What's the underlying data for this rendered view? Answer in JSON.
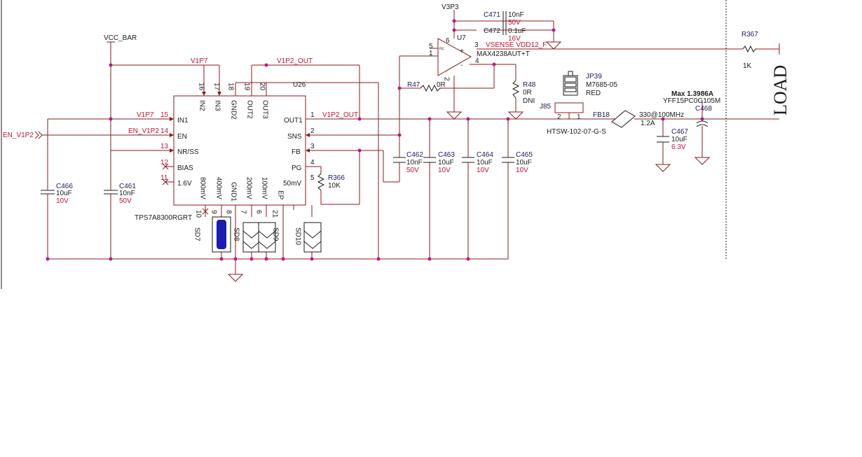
{
  "u26": {
    "ref": "U26",
    "part": "TPS7A8300RGRT",
    "left_pins": [
      {
        "num": "15",
        "name": "IN1"
      },
      {
        "num": "14",
        "name": "EN"
      },
      {
        "num": "13",
        "name": "NR/SS"
      },
      {
        "num": "12",
        "name": "BIAS"
      },
      {
        "num": "11",
        "name": "1.6V"
      }
    ],
    "right_pins": [
      {
        "num": "1",
        "name": "OUT1"
      },
      {
        "num": "2",
        "name": "SNS"
      },
      {
        "num": "3",
        "name": "FB"
      },
      {
        "num": "4",
        "name": "PG"
      },
      {
        "num": "5",
        "name": "50mV"
      }
    ],
    "top_pins": [
      {
        "num": "16",
        "name": "IN2"
      },
      {
        "num": "17",
        "name": "IN3"
      },
      {
        "num": "18",
        "name": "GND2"
      },
      {
        "num": "19",
        "name": "OUT2"
      },
      {
        "num": "20",
        "name": "OUT3"
      }
    ],
    "bottom_pins": [
      {
        "num": "10",
        "name": "800mV"
      },
      {
        "num": "9",
        "name": "400mV"
      },
      {
        "num": "8",
        "name": "GND1"
      },
      {
        "num": "7",
        "name": "200mV"
      },
      {
        "num": "6",
        "name": "100mV"
      },
      {
        "num": "21",
        "name": "EP"
      }
    ]
  },
  "nets": {
    "vcc_bar": "VCC_BAR",
    "v1p7_top": "V1P7",
    "v1p7_in": "V1P7",
    "v1p2_out_top": "V1P2_OUT",
    "v1p2_out_right": "V1P2_OUT",
    "en_v1p2_port": "EN_V1P2",
    "en_v1p2_pin": "EN_V1P2",
    "v3p3": "V3P3",
    "vsense": "VSENSE VDD12_F"
  },
  "u7": {
    "ref": "U7",
    "part": "MAX4238AUT+T",
    "pins": [
      "6",
      "5",
      "1",
      "3",
      "4",
      "2"
    ],
    "plus": "+",
    "minus": "-",
    "nc": "nc"
  },
  "caps": {
    "c466": {
      "ref": "C466",
      "value": "10uF",
      "voltage": "10V"
    },
    "c461": {
      "ref": "C461",
      "value": "10nF",
      "voltage": "50V"
    },
    "c462": {
      "ref": "C462",
      "value": "10nF",
      "voltage": "50V"
    },
    "c463": {
      "ref": "C463",
      "value": "10uF",
      "voltage": "10V"
    },
    "c464": {
      "ref": "C464",
      "value": "10uF",
      "voltage": "10V"
    },
    "c465": {
      "ref": "C465",
      "value": "10uF",
      "voltage": "10V"
    },
    "c467": {
      "ref": "C467",
      "value": "10uF",
      "voltage": "6.3V"
    },
    "c471": {
      "ref": "C471",
      "value": "10nF",
      "voltage": "50V"
    },
    "c472": {
      "ref": "C472",
      "value": "0.1uF",
      "voltage": "16V"
    },
    "c468": {
      "ref": "C468",
      "part": "YFF15PC0G105M",
      "note": "Max 1.3986A"
    }
  },
  "resistors": {
    "r47": {
      "ref": "R47",
      "value": "0R"
    },
    "r48": {
      "ref": "R48",
      "value": "0R",
      "note": "DNI"
    },
    "r366": {
      "ref": "R366",
      "value": "10K"
    },
    "r367": {
      "ref": "R367",
      "value": "1K"
    }
  },
  "jp39": {
    "ref": "JP39",
    "part": "M7685-05",
    "color": "RED"
  },
  "j85": {
    "ref": "J85",
    "part": "HTSW-102-07-G-S",
    "pin2": "2",
    "pin1": "1"
  },
  "fb18": {
    "ref": "FB18",
    "value": "330@100MHz",
    "current": "1.2A"
  },
  "solder_jumpers": [
    "SD7",
    "SD8",
    "SD9",
    "SD10"
  ],
  "load": "LOAD",
  "colors": {
    "wire": "#8b1a1a",
    "netlabel": "#c8102e",
    "junction": "#c0148c",
    "jumper_fill": "#1c1cb0"
  }
}
